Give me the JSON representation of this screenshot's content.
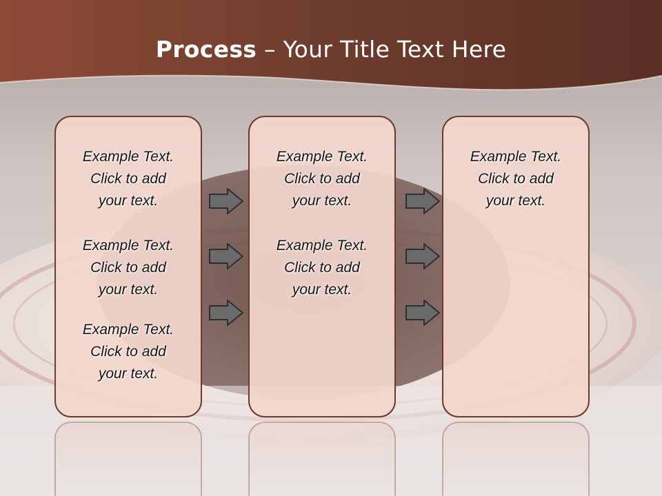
{
  "slide": {
    "title_strong": "Process",
    "title_rest": " – Your Title Text Here"
  },
  "columns": [
    {
      "items": [
        {
          "line1": "Example Text.",
          "line2": "Click  to add",
          "line3": "your text."
        },
        {
          "line1": "Example Text.",
          "line2": "Click  to add",
          "line3": "your text."
        },
        {
          "line1": "Example Text.",
          "line2": "Click  to add",
          "line3": "your text."
        }
      ]
    },
    {
      "items": [
        {
          "line1": "Example Text.",
          "line2": "Click  to add",
          "line3": "your text."
        },
        {
          "line1": "Example Text.",
          "line2": "Click  to add",
          "line3": "your text."
        }
      ]
    },
    {
      "items": [
        {
          "line1": "Example Text.",
          "line2": "Click  to add",
          "line3": "your text."
        }
      ]
    }
  ],
  "colors": {
    "header": "#7a4432",
    "box_fill": "#f2d6ce",
    "box_border": "#6b3a2a",
    "arrow_fill": "#6a6a6a"
  },
  "icons": [
    "arrow-right-icon"
  ]
}
